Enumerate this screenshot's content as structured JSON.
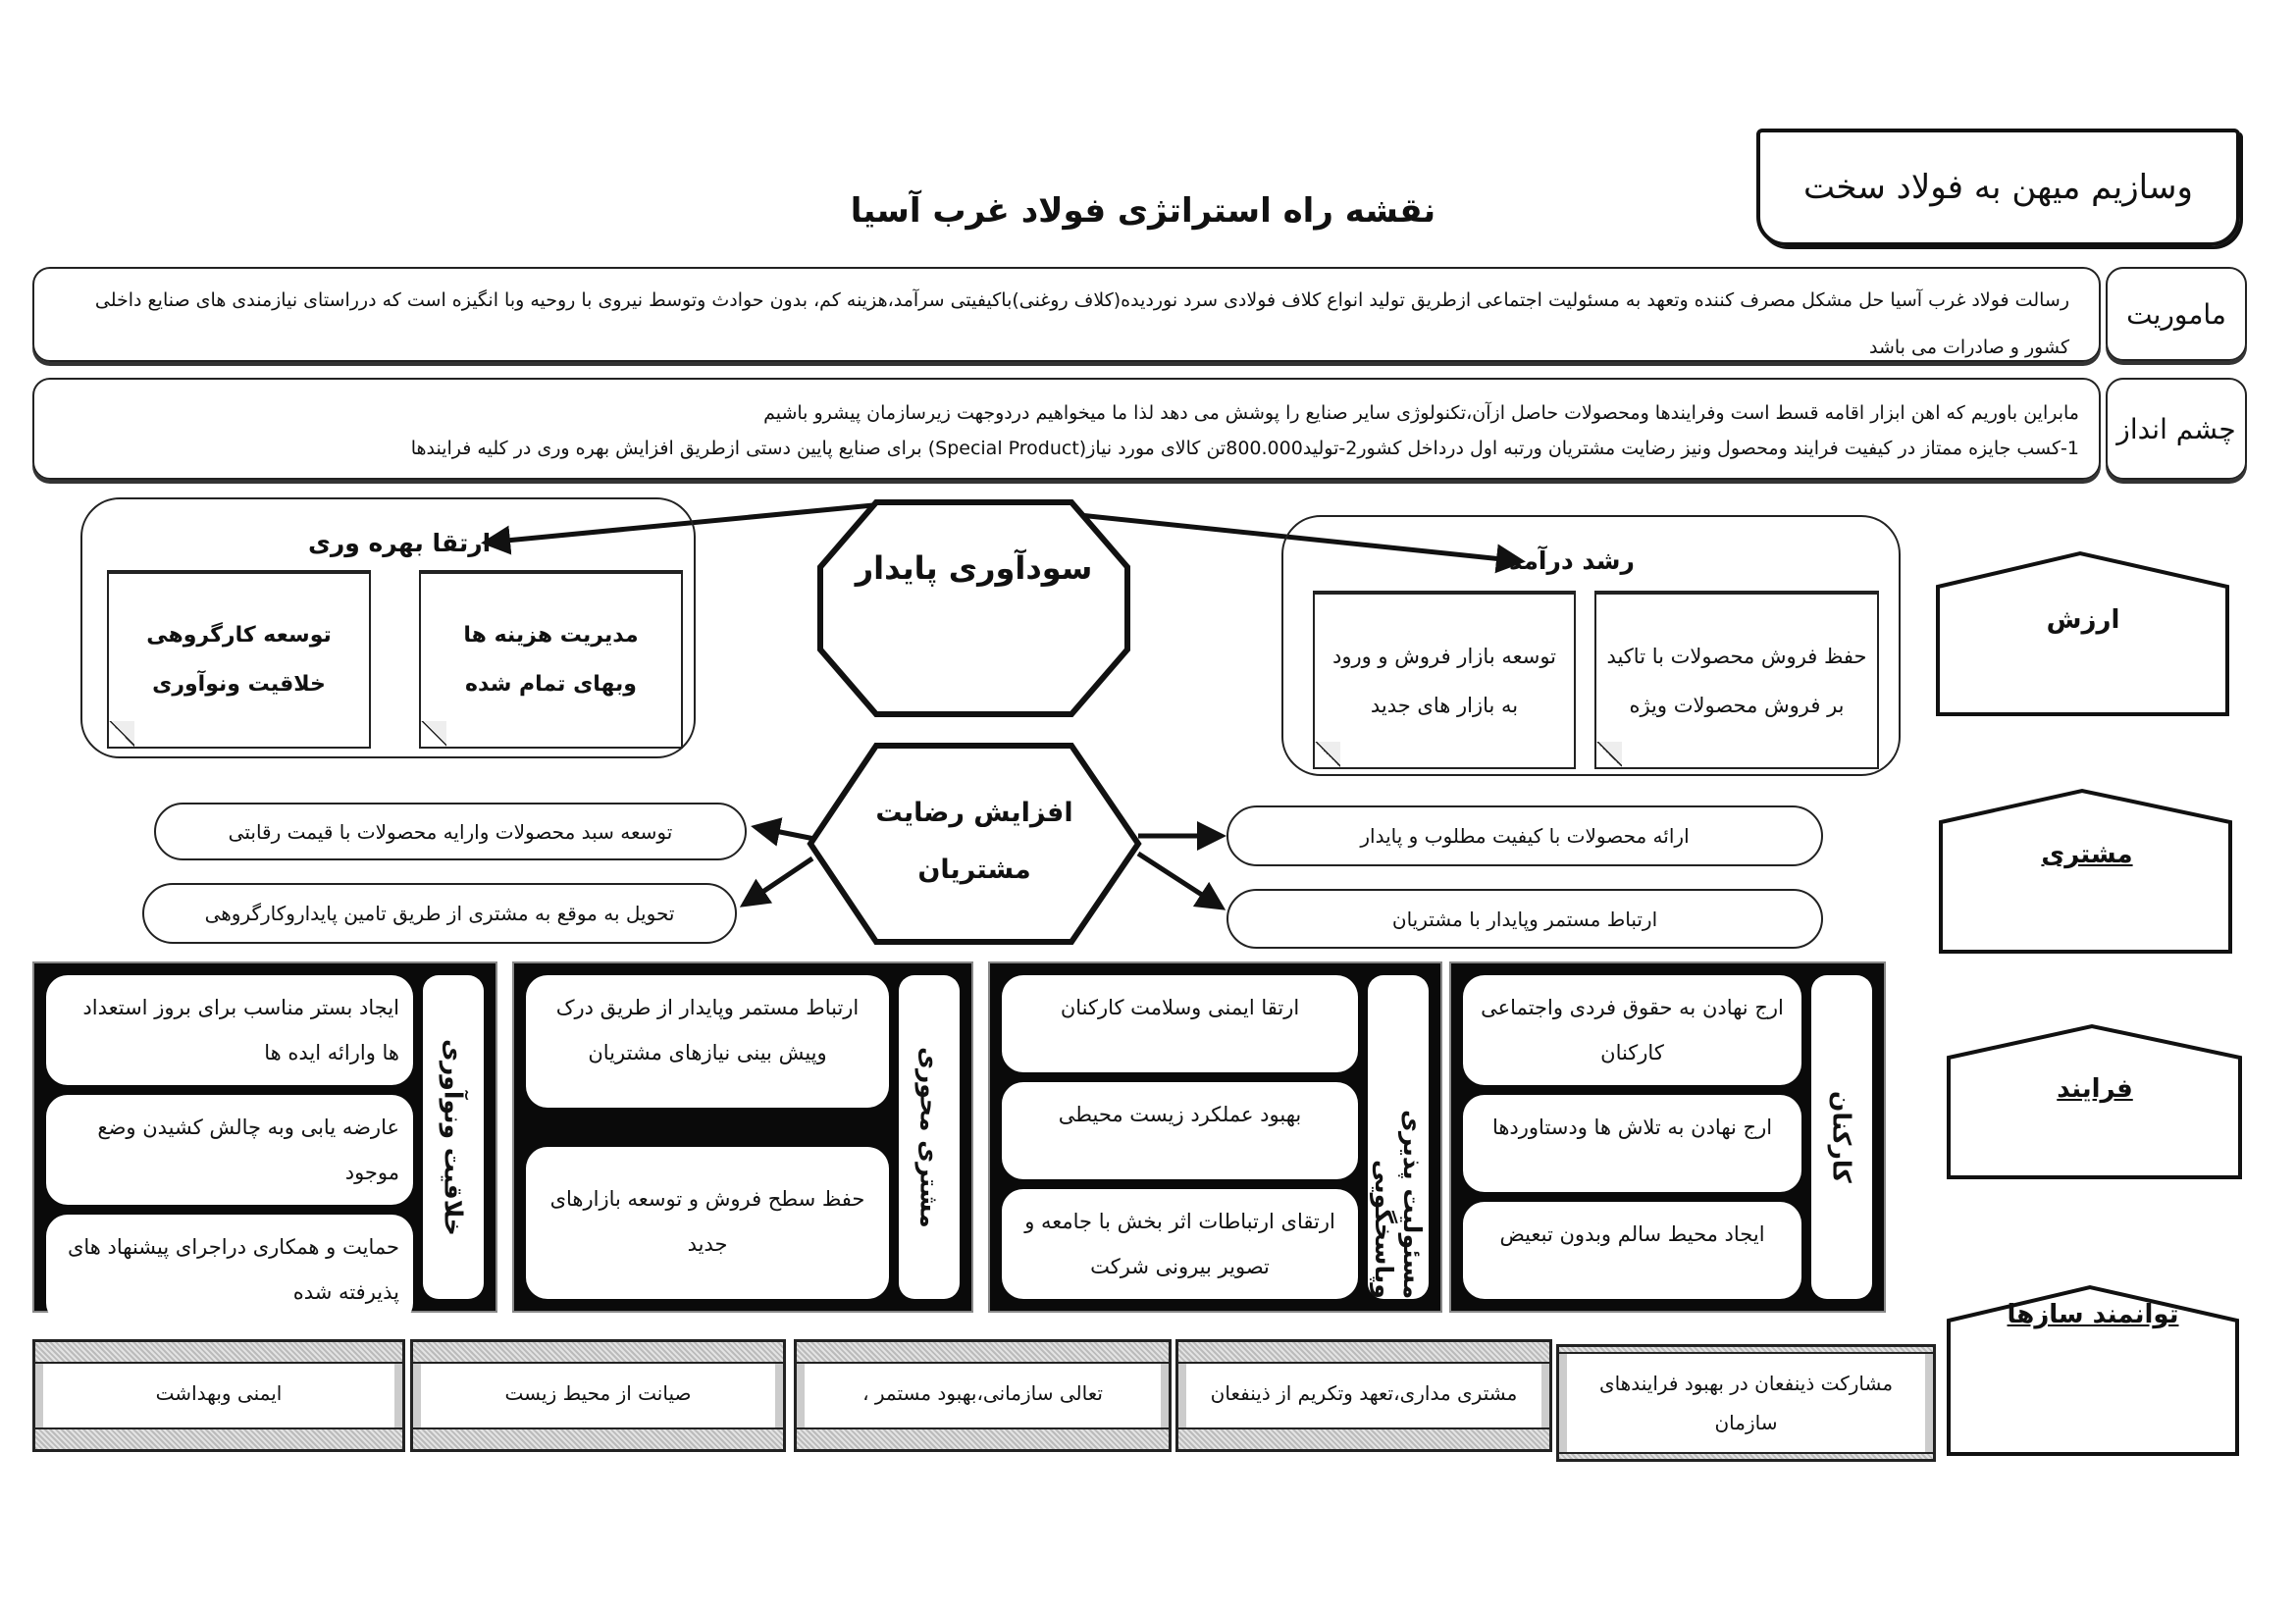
{
  "header": {
    "slogan": "وسازیم میهن به فولاد سخت",
    "title": "نقشه راه استراتژی فولاد غرب آسیا"
  },
  "mission": {
    "label": "ماموریت",
    "text": "رسالت فولاد غرب آسیا حل مشکل مصرف کننده وتعهد به مسئولیت اجتماعی ازطریق تولید انواع کلاف فولادی سرد نوردیده(کلاف روغنی)باکیفیتی سرآمد،هزینه کم، بدون حوادث وتوسط نیروی با روحیه وبا انگیزه است که درراستای نیازمندی های صنایع داخلی کشور و صادرات می باشد"
  },
  "vision": {
    "label": "چشم انداز",
    "line1": "مابراین باوریم که اهن ابزار اقامه قسط است وفرایندها ومحصولات حاصل ازآن،تکنولوژی سایر صنایع را پوشش می دهد لذا ما میخواهیم دردوجهت زیرسازمان پیشرو باشیم",
    "line2": "1-کسب جایزه ممتاز در کیفیت فرایند ومحصول ونیز رضایت مشتریان ورتبه اول درداخل کشور2-تولید800.000تن کالای مورد نیاز(Special Product) برای صنایع پایین دستی ازطریق افزایش بهره وری در کلیه فرایندها"
  },
  "value": {
    "center": "سودآوری پایدار",
    "productivity": {
      "title": "ارتقا بهره وری",
      "items": [
        "مدیریت هزینه ها وبهای تمام شده",
        "توسعه کارگروهی خلاقیت ونوآوری"
      ]
    },
    "revenue": {
      "title": "رشد درآمد",
      "items": [
        "حفظ فروش محصولات با تاکید بر فروش محصولات ویژه",
        "توسعه بازار فروش و ورود به بازار های جدید"
      ]
    }
  },
  "customer": {
    "center": "افزایش رضایت مشتریان",
    "left": [
      "توسعه سبد محصولات وارایه محصولات با قیمت رقابتی",
      "تحویل به موقع به مشتری از طریق تامین پایداروکارگروهی"
    ],
    "right": [
      "ارائه محصولات با کیفیت مطلوب و پایدار",
      "ارتباط مستمر وپایدار با مشتریان"
    ]
  },
  "perspectives": [
    "ارزش",
    "مشتری",
    "فرایند",
    "توانمند سازها"
  ],
  "process": [
    {
      "label": "کارکنان",
      "items": [
        "ارج نهادن به حقوق فردی واجتماعی کارکنان",
        "ارج نهادن به تلاش ها ودستاوردها",
        "ایجاد محیط سالم وبدون تبعیض"
      ]
    },
    {
      "label": "مسئولیت پذیری وپاسخگویی",
      "items": [
        "ارتقا ایمنی وسلامت کارکنان",
        "بهبود عملکرد زیست محیطی",
        "ارتقای ارتباطات اثر بخش با جامعه و تصویر بیرونی شرکت"
      ]
    },
    {
      "label": "مشتری محوری",
      "items": [
        "ارتباط مستمر وپایدار از طریق درک وپیش بینی نیازهای مشتریان",
        "حفظ سطح فروش و توسعه بازارهای جدید"
      ]
    },
    {
      "label": "خلاقیت ونوآوری",
      "items": [
        "ایجاد بستر مناسب برای بروز استعداد ها وارائه ایده ها",
        "عارضه یابی وبه چالش کشیدن وضع موجود",
        "حمایت و همکاری دراجرای پیشنهاد های پذیرفته شده"
      ]
    }
  ],
  "enablers": [
    "مشارکت ذینفعان در بهبود فرایندهای سازمان",
    "مشتری مداری،تعهد وتکریم از ذینفعان",
    "تعالی سازمانی،بهبود مستمر ،",
    "صیانت از محیط زیست",
    "ایمنی وبهداشت"
  ]
}
